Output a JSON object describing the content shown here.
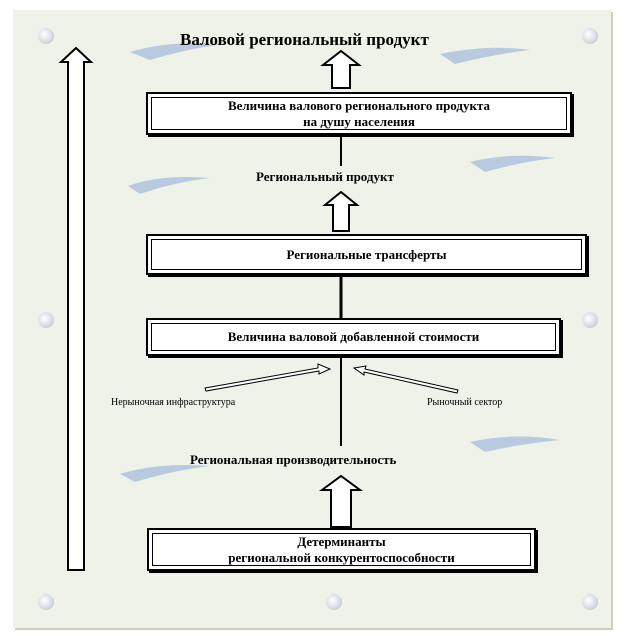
{
  "diagram": {
    "title": "Валовой региональный продукт",
    "boxes": {
      "per_capita_line1": "Величина валового регионального продукта",
      "per_capita_line2": "на душу населения",
      "transfers": "Региональные трансферты",
      "gross_value_added": "Величина валовой добавленной стоимости",
      "determinants_line1": "Детерминанты",
      "determinants_line2": "региональной конкурентоспособности"
    },
    "labels": {
      "regional_product": "Региональный продукт",
      "regional_productivity": "Региональная производительность",
      "non_market_infrastructure": "Нерыночная инфраструктура",
      "market_sector": "Рыночный сектор"
    }
  }
}
